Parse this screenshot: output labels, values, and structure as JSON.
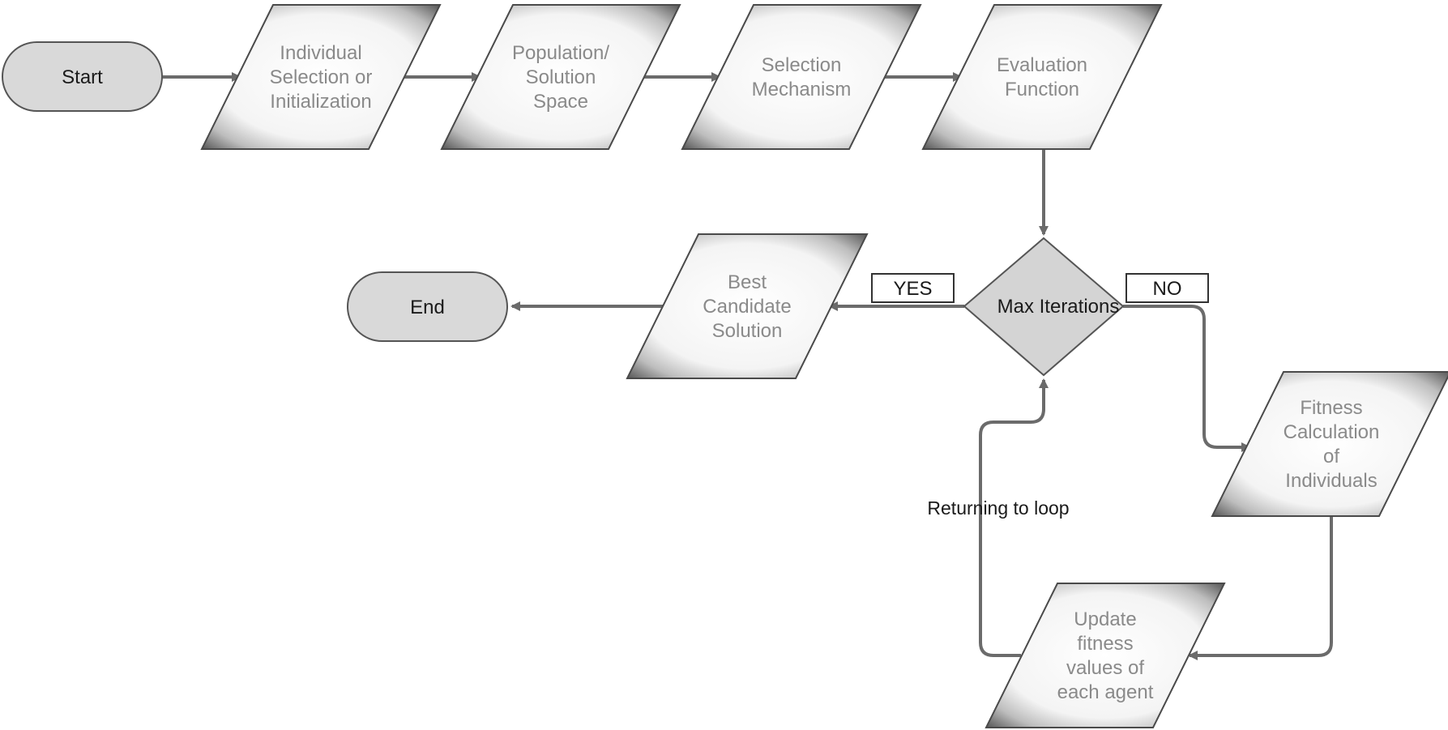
{
  "colors": {
    "background": "#ffffff",
    "connector": "#6b6b6b",
    "terminal_fill": "#d9d9d9",
    "terminal_stroke": "#555555",
    "process_edge": "#4a4a4a",
    "process_inner": "#ffffff",
    "process_text": "#8a8a8a",
    "decision_fill": "#d4d4d4",
    "decision_stroke": "#555555",
    "dark_text": "#1a1a1a",
    "label_box_fill": "#ffffff",
    "label_box_stroke": "#333333"
  },
  "diagram": {
    "start": {
      "text": "Start"
    },
    "end": {
      "text": "End"
    },
    "process": [
      {
        "id": "p1",
        "lines": [
          "Individual",
          "Selection or",
          "Initialization"
        ]
      },
      {
        "id": "p2",
        "lines": [
          "Population/",
          "Solution",
          "Space"
        ]
      },
      {
        "id": "p3",
        "lines": [
          "Selection",
          "Mechanism"
        ]
      },
      {
        "id": "p4",
        "lines": [
          "Evaluation",
          "Function"
        ]
      },
      {
        "id": "p5",
        "lines": [
          "Best",
          "Candidate",
          "Solution"
        ]
      },
      {
        "id": "p6",
        "lines": [
          "Fitness",
          "Calculation",
          "of",
          "Individuals"
        ]
      },
      {
        "id": "p7",
        "lines": [
          "Update",
          "fitness",
          "values of",
          "each agent"
        ]
      }
    ],
    "decision": {
      "text": "Max Iterations"
    },
    "branch_labels": {
      "yes": "YES",
      "no": "NO"
    },
    "loop_label": "Returning to loop"
  }
}
